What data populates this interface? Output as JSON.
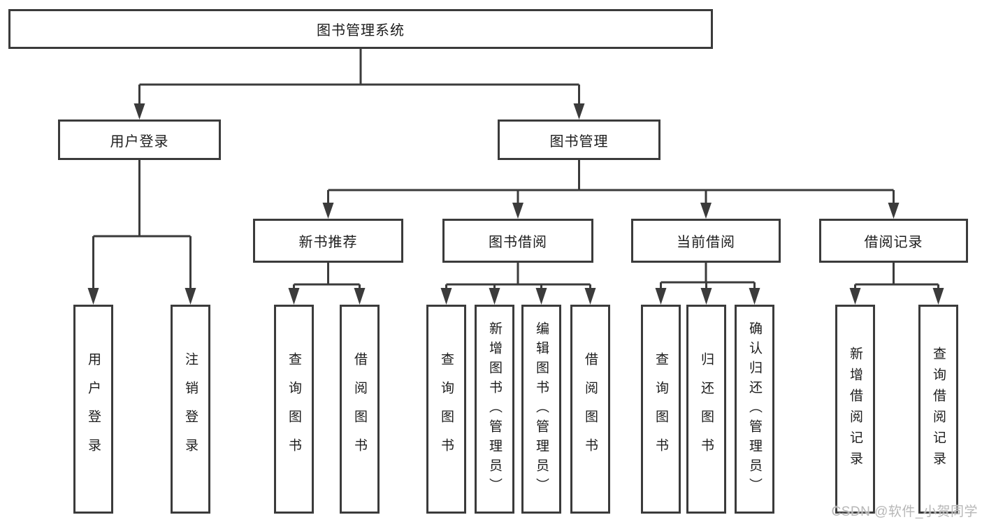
{
  "tree": {
    "label": "图书管理系统",
    "children": [
      {
        "label": "用户登录",
        "children": [
          {
            "label": "用户登录"
          },
          {
            "label": "注销登录"
          }
        ]
      },
      {
        "label": "图书管理",
        "children": [
          {
            "label": "新书推荐",
            "children": [
              {
                "label": "查询图书"
              },
              {
                "label": "借阅图书"
              }
            ]
          },
          {
            "label": "图书借阅",
            "children": [
              {
                "label": "查询图书"
              },
              {
                "label": "新增图书（管理员）"
              },
              {
                "label": "编辑图书（管理员）"
              },
              {
                "label": "借阅图书"
              }
            ]
          },
          {
            "label": "当前借阅",
            "children": [
              {
                "label": "查询图书"
              },
              {
                "label": "归还图书"
              },
              {
                "label": "确认归还（管理员）"
              }
            ]
          },
          {
            "label": "借阅记录",
            "children": [
              {
                "label": "新增借阅记录"
              },
              {
                "label": "查询借阅记录"
              }
            ]
          }
        ]
      }
    ]
  },
  "watermark": {
    "text": "CSDN @软件_小贺同学"
  },
  "colors": {
    "line": "#3b3b3b",
    "text": "#1c1c1c",
    "watermark": "#b7b7b7",
    "background": "#ffffff"
  }
}
